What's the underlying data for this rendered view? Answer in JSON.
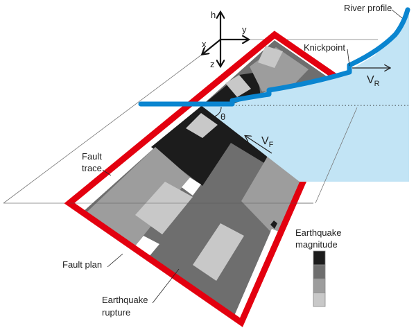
{
  "axes": {
    "h": "h",
    "x": "x",
    "y": "y",
    "z": "z"
  },
  "labels": {
    "river_profile": "River profile",
    "knickpoint": "Knickpoint",
    "v_r": "V",
    "v_r_sub": "R",
    "v_f": "V",
    "v_f_sub": "F",
    "theta": "θ",
    "fault_trace_1": "Fault",
    "fault_trace_2": "trace",
    "fault_plan": "Fault plan",
    "rupture_1": "Earthquake",
    "rupture_2": "rupture"
  },
  "legend": {
    "title_1": "Earthquake",
    "title_2": "magnitude",
    "levels": [
      "#1c1c1c",
      "#6e6e6e",
      "#9d9d9d",
      "#c8c8c8"
    ]
  },
  "colors": {
    "fault_outline": "#e3000f",
    "river": "#0a85d0",
    "river_area": "#c2e4f5"
  }
}
